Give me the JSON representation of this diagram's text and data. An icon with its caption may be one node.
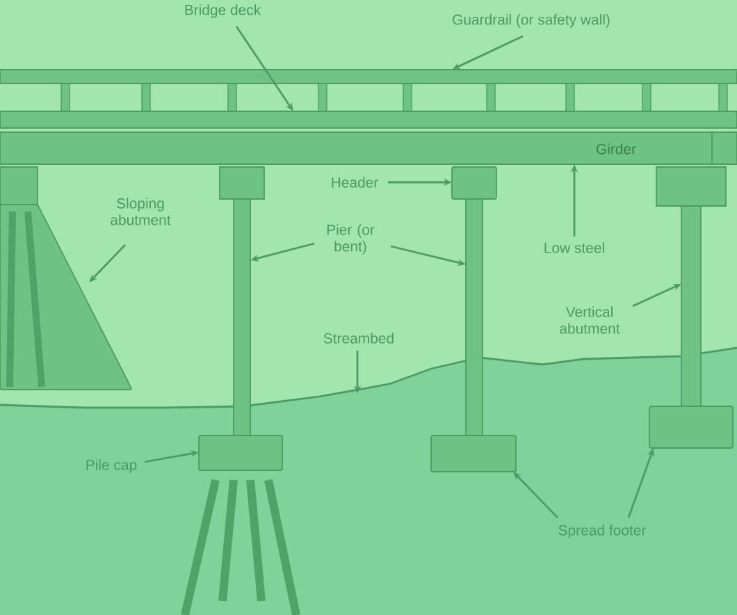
{
  "diagram": {
    "nodes": [
      {
        "text": [
          "Bridge deck"
        ]
      },
      {
        "text": [
          "Guardrail (or safety wall)"
        ]
      },
      {
        "text": [],
        "shape": "bar"
      },
      {
        "text": [],
        "shape": "bar"
      },
      {
        "text": [
          "Girder"
        ]
      },
      {
        "text": [
          "Sloping abutment"
        ]
      },
      {
        "text": [],
        "shape": "box"
      },
      {
        "text": [
          "Header"
        ]
      },
      {
        "text": [],
        "shape": "box"
      },
      {
        "text": [
          "Pier (or bent)"
        ]
      },
      {
        "text": [],
        "shape": "bar"
      },
      {
        "text": [],
        "shape": "bar"
      },
      {
        "text": [
          "Low steel"
        ]
      },
      {
        "text": [
          "Vertical abutment"
        ]
      },
      {
        "text": [],
        "shape": "bar"
      },
      {
        "text": [
          "Streambed"
        ]
      },
      {
        "text": [
          "Pile cap"
        ]
      },
      {
        "text": [],
        "shape": "box"
      },
      {
        "text": [],
        "shape": "box"
      },
      {
        "text": [],
        "shape": "box"
      },
      {
        "text": [
          "Spread footer"
        ]
      }
    ],
    "edges": [
      {
        "from": 0,
        "to": 3,
        "arrow": "to"
      },
      {
        "from": 1,
        "to": 2,
        "arrow": "to"
      },
      {
        "from": 5,
        "to": 6,
        "arrow": "to"
      },
      {
        "from": 7,
        "to": 8,
        "arrow": "to"
      },
      {
        "from": 9,
        "to": 10,
        "arrow": "to"
      },
      {
        "from": 9,
        "to": 11,
        "arrow": "to"
      },
      {
        "from": 12,
        "to": 4,
        "arrow": "to"
      },
      {
        "from": 13,
        "to": 14,
        "arrow": "to"
      },
      {
        "from": 15,
        "to": null,
        "arrow": "to"
      },
      {
        "from": 16,
        "to": 17,
        "arrow": "to"
      },
      {
        "from": 20,
        "to": 18,
        "arrow": "to"
      },
      {
        "from": 20,
        "to": 19,
        "arrow": "to"
      }
    ]
  }
}
